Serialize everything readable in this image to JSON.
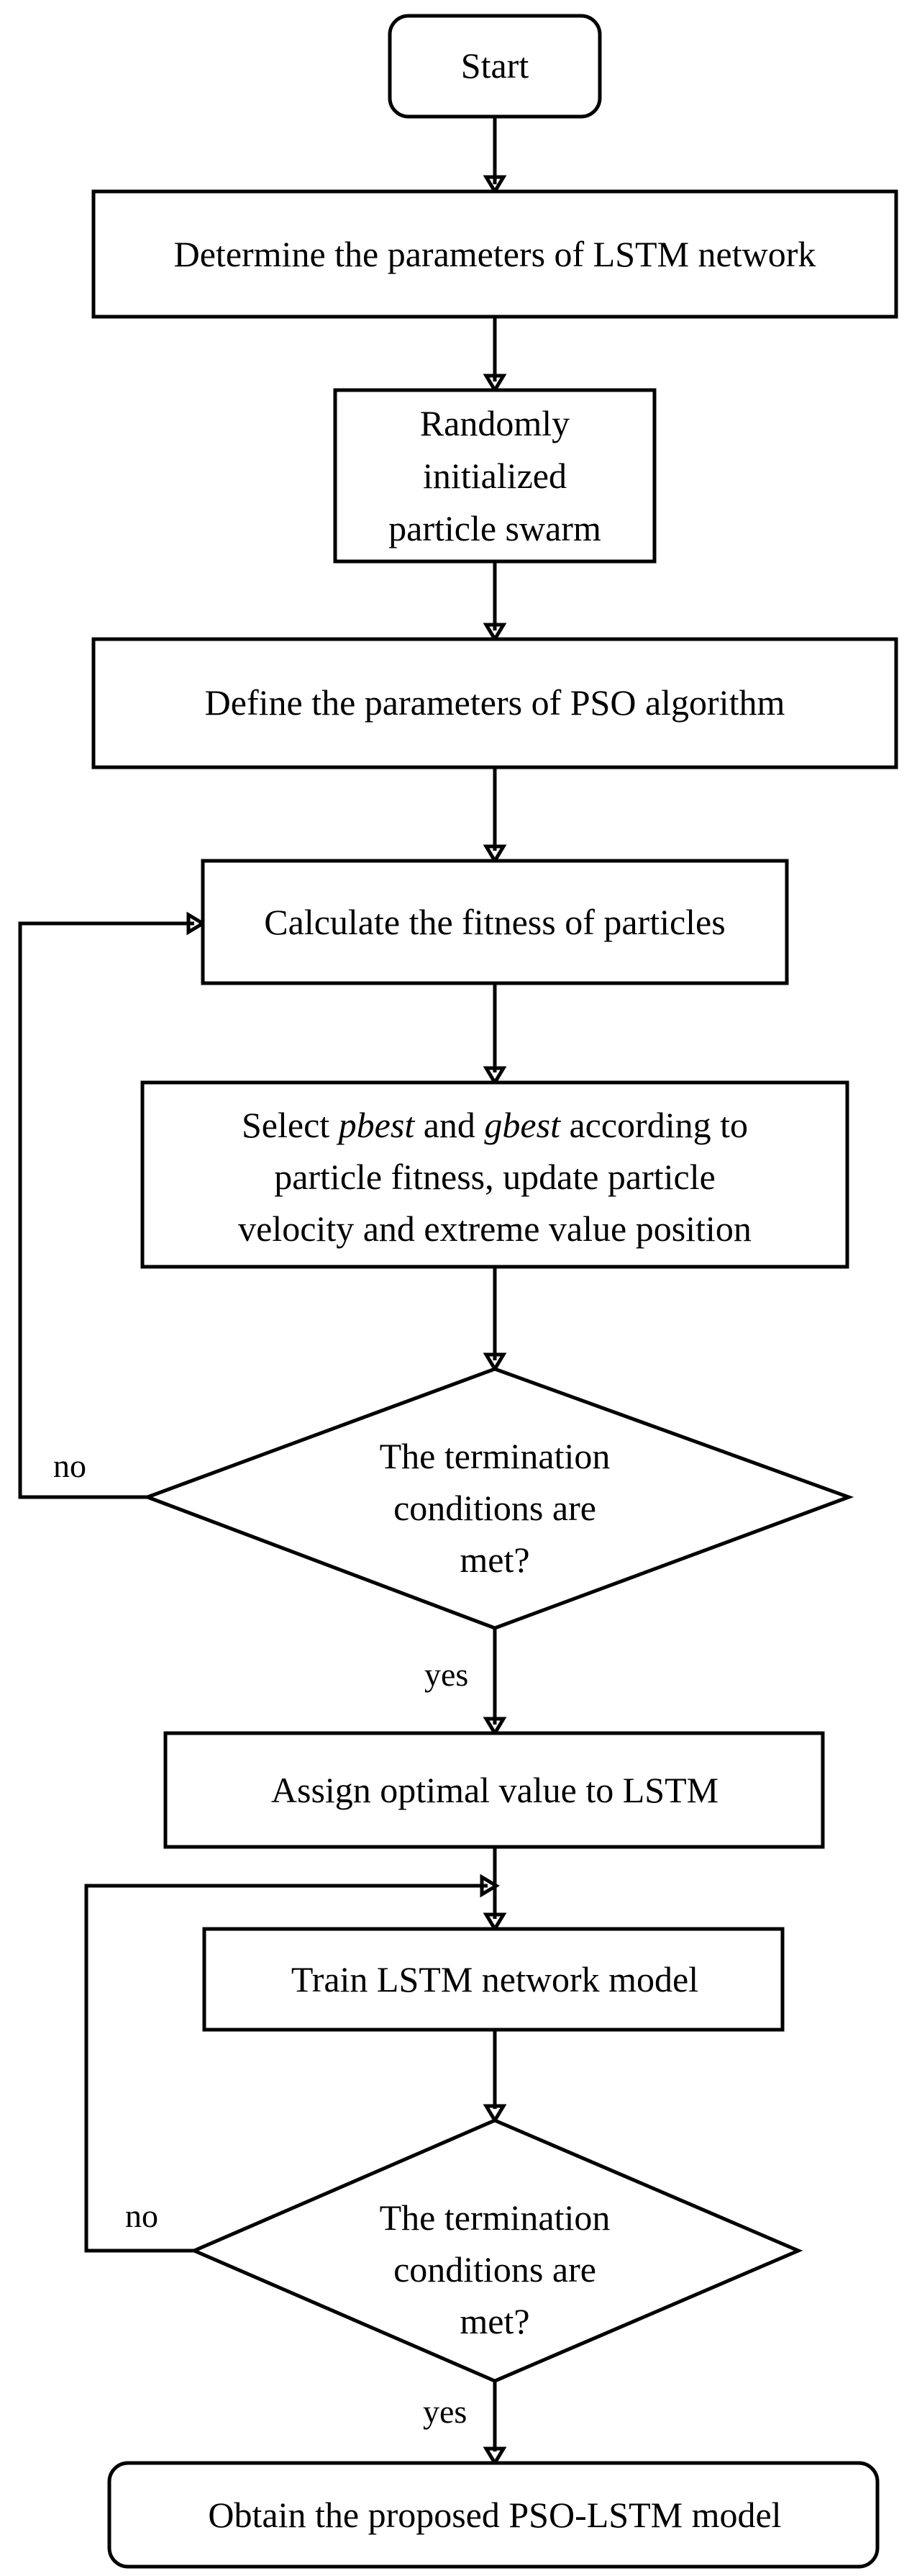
{
  "flowchart": {
    "start": "Start",
    "determine_lstm_params": "Determine the parameters of LSTM network",
    "init_swarm": [
      "Randomly",
      "initialized",
      "particle swarm"
    ],
    "define_pso_params": "Define the parameters of PSO algorithm",
    "calc_fitness": "Calculate the fitness of particles",
    "select_update": {
      "line1_pre": "Select ",
      "line1_pbest": "pbest",
      "line1_mid": " and ",
      "line1_gbest": "gbest",
      "line1_post": " according to",
      "line2": "particle fitness, update particle",
      "line3": "velocity and extreme value position"
    },
    "decision1": [
      "The termination",
      "conditions are",
      "met?"
    ],
    "decision1_no": "no",
    "decision1_yes": "yes",
    "assign_optimal": "Assign optimal value to LSTM",
    "train_lstm": "Train LSTM network model",
    "decision2": [
      "The termination",
      "conditions are",
      "met?"
    ],
    "decision2_no": "no",
    "decision2_yes": "yes",
    "end": "Obtain the proposed PSO-LSTM model"
  }
}
